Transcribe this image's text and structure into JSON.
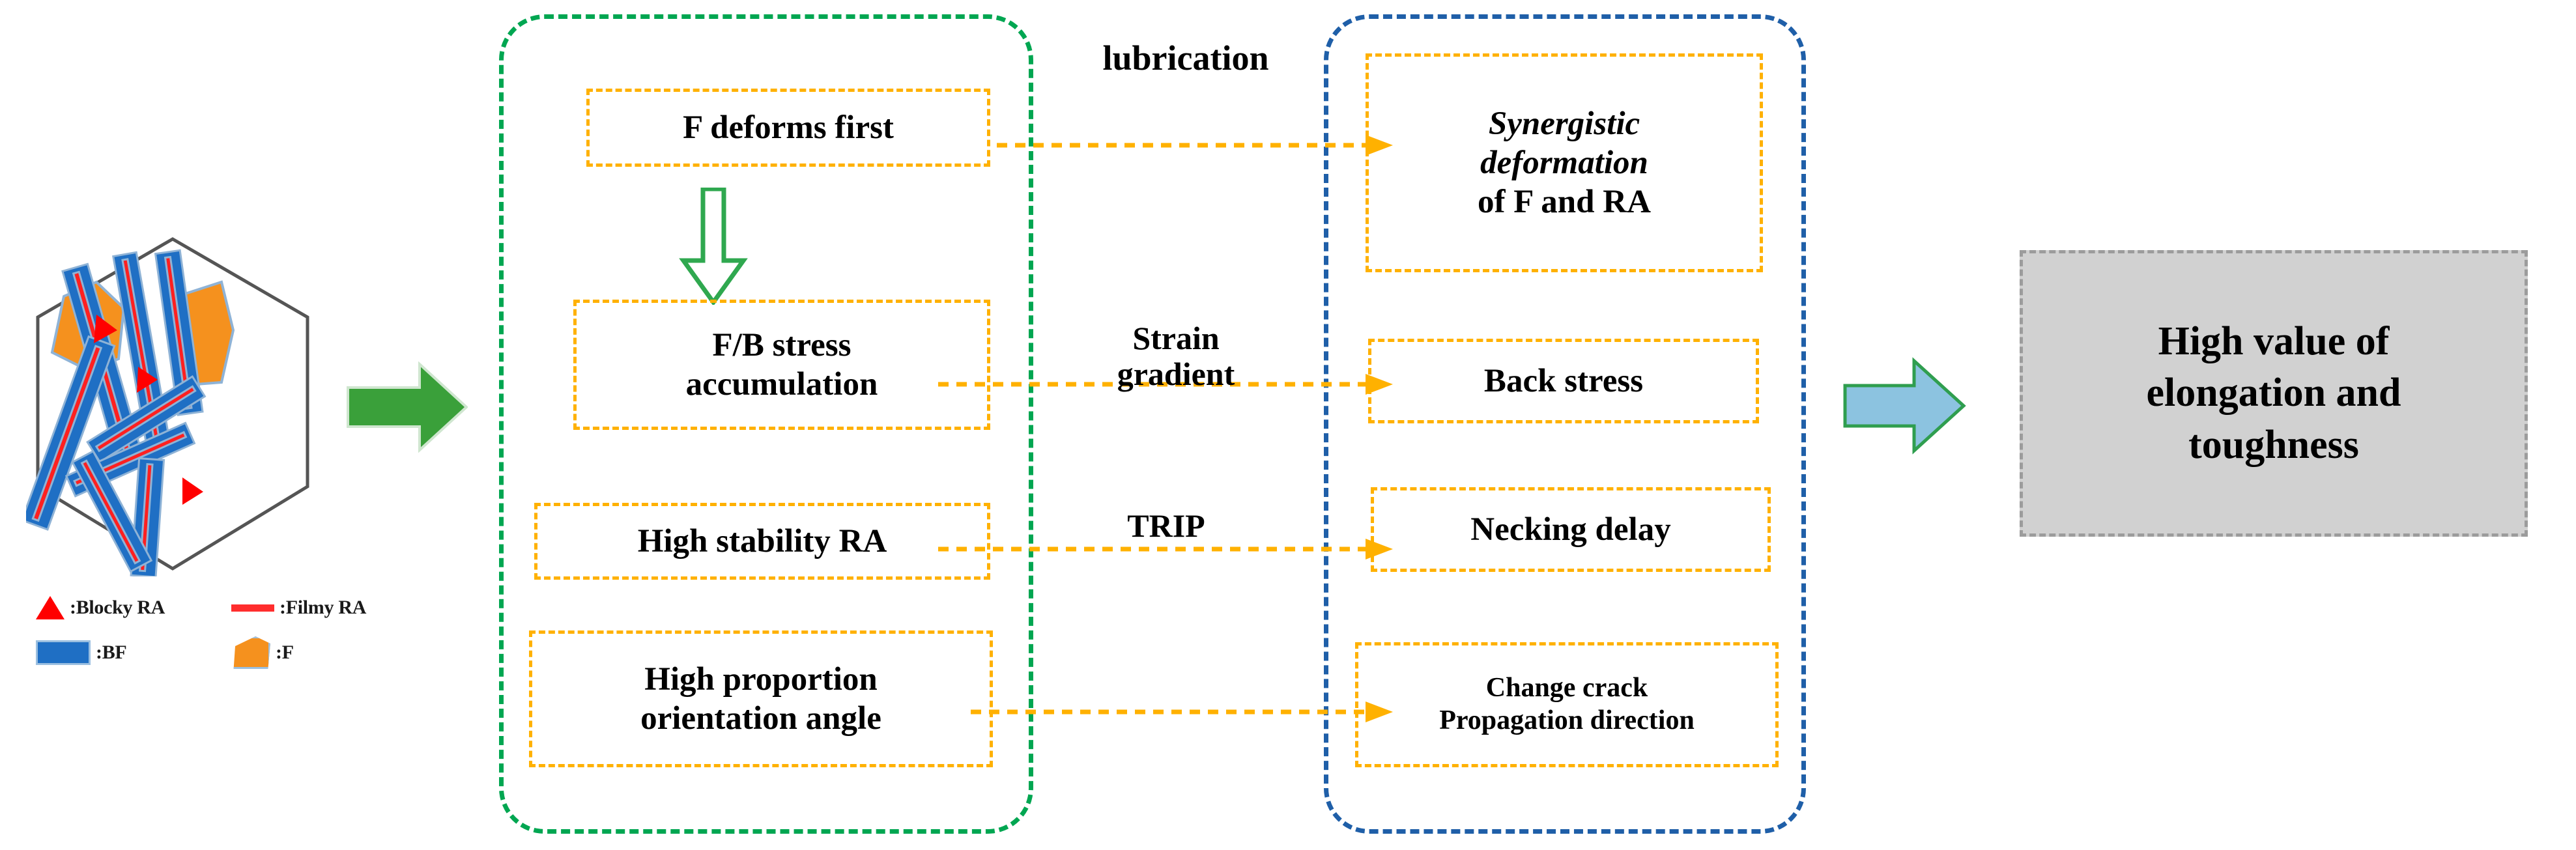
{
  "microstructure": {
    "name": "steel-microstructure-hexagon",
    "colors": {
      "bf": "#1f6fc4",
      "filmy_ra": "#ff2020",
      "blocky_ra": "#ff0000",
      "ferrite": "#f5911e",
      "outline": "#555555"
    }
  },
  "legend": {
    "rows": [
      [
        {
          "icon": "red-triangle-icon",
          "label": ":Blocky RA"
        },
        {
          "icon": "red-line-icon",
          "label": ":Filmy RA"
        }
      ],
      [
        {
          "icon": "blue-rectangle-icon",
          "label": ":BF"
        },
        {
          "icon": "orange-polygon-icon",
          "label": ":F"
        }
      ]
    ]
  },
  "arrows": {
    "green_main": "green-right-arrow",
    "blue_result": "blue-right-arrow",
    "down_hollow": "green-hollow-down-arrow"
  },
  "left_group": {
    "border_color": "#00a651",
    "boxes": [
      {
        "id": "f-deforms-first",
        "lines": [
          "F deforms first"
        ]
      },
      {
        "id": "fb-stress-accumulation",
        "lines": [
          "F/B stress",
          "accumulation"
        ]
      },
      {
        "id": "high-stability-ra",
        "lines": [
          "High stability RA"
        ]
      },
      {
        "id": "high-proportion-orientation-angle",
        "lines": [
          "High proportion",
          "orientation angle"
        ]
      }
    ]
  },
  "connectors": [
    {
      "id": "lubrication",
      "label": "lubrication"
    },
    {
      "id": "strain-gradient",
      "label_line1": "Strain",
      "label_line2": "gradient"
    },
    {
      "id": "trip",
      "label": "TRIP"
    },
    {
      "id": "crack-path",
      "label": ""
    }
  ],
  "right_group": {
    "border_color": "#1f5fa8",
    "boxes": [
      {
        "id": "synergistic-deformation",
        "line1": "Synergistic",
        "line2": "deformation",
        "line3": "of F and RA"
      },
      {
        "id": "back-stress",
        "lines": [
          "Back stress"
        ]
      },
      {
        "id": "necking-delay",
        "lines": [
          "Necking delay"
        ]
      },
      {
        "id": "change-crack-propagation-direction",
        "lines": [
          "Change crack",
          "Propagation direction"
        ]
      }
    ]
  },
  "result": {
    "id": "high-value-elongation-toughness",
    "line1": "High value of",
    "line2": "elongation and",
    "line3": "toughness",
    "background": "#d1d1d1",
    "border": "#9c9c9c"
  }
}
